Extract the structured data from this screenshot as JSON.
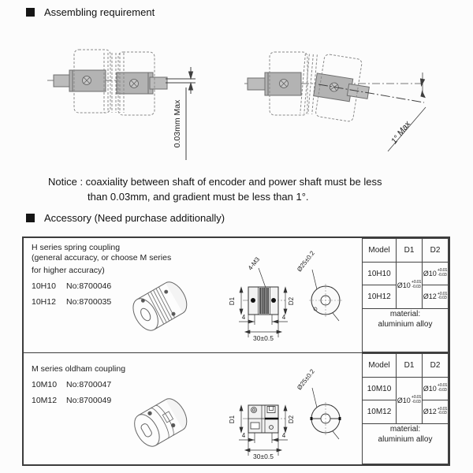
{
  "sections": {
    "assembling": "Assembling requirement",
    "accessory": "Accessory (Need purchase additionally)"
  },
  "notice": {
    "line1": "Notice : coaxiality between shaft of encoder and power shaft must be less",
    "line2": "than 0.03mm, and gradient must be less than 1°."
  },
  "assembly_diagrams": {
    "coaxiality_label": "0.03mm Max",
    "gradient_label": "1° Max"
  },
  "accessory_rows": [
    {
      "desc": {
        "line1": "H series spring coupling",
        "line2": "(general accuracy, or choose M series",
        "line3": "for higher accuracy)",
        "items": [
          {
            "model": "10H10",
            "no": "No:8700046"
          },
          {
            "model": "10H12",
            "no": "No:8700035"
          }
        ]
      },
      "drawing": {
        "bolt_label": "4-M3",
        "outer_dia_label": "Ø25±0.2",
        "d1_label": "D1",
        "d2_label": "D2",
        "side_dim_left": "4",
        "side_dim_right": "4",
        "total_dim": "30±0.5"
      },
      "spec": {
        "col_model": "Model",
        "col_d1": "D1",
        "col_d2": "D2",
        "row1_model": "10H10",
        "row2_model": "10H12",
        "d1_base": "Ø10",
        "d1_tol_upper": "+0.01",
        "d1_tol_lower": "-0.03",
        "d2_row1_base": "Ø10",
        "d2_row1_tol_upper": "+0.01",
        "d2_row1_tol_lower": "-0.03",
        "d2_row2_base": "Ø12",
        "d2_row2_tol_upper": "+0.01",
        "d2_row2_tol_lower": "-0.03",
        "material_label": "material:",
        "material_value": "aluminium alloy"
      }
    },
    {
      "desc": {
        "line1": "M series oldham coupling",
        "items": [
          {
            "model": "10M10",
            "no": "No:8700047"
          },
          {
            "model": "10M12",
            "no": "No:8700049"
          }
        ]
      },
      "drawing": {
        "outer_dia_label": "Ø25±0.2",
        "d1_label": "D1",
        "d2_label": "D2",
        "side_dim_left": "4",
        "side_dim_right": "4",
        "total_dim": "30±0.5"
      },
      "spec": {
        "col_model": "Model",
        "col_d1": "D1",
        "col_d2": "D2",
        "row1_model": "10M10",
        "row2_model": "10M12",
        "d1_base": "Ø10",
        "d1_tol_upper": "+0.01",
        "d1_tol_lower": "-0.03",
        "d2_row1_base": "Ø10",
        "d2_row1_tol_upper": "+0.01",
        "d2_row1_tol_lower": "-0.03",
        "d2_row2_base": "Ø12",
        "d2_row2_tol_upper": "+0.01",
        "d2_row2_tol_lower": "-0.03",
        "material_label": "material:",
        "material_value": "aluminium alloy"
      }
    }
  ]
}
